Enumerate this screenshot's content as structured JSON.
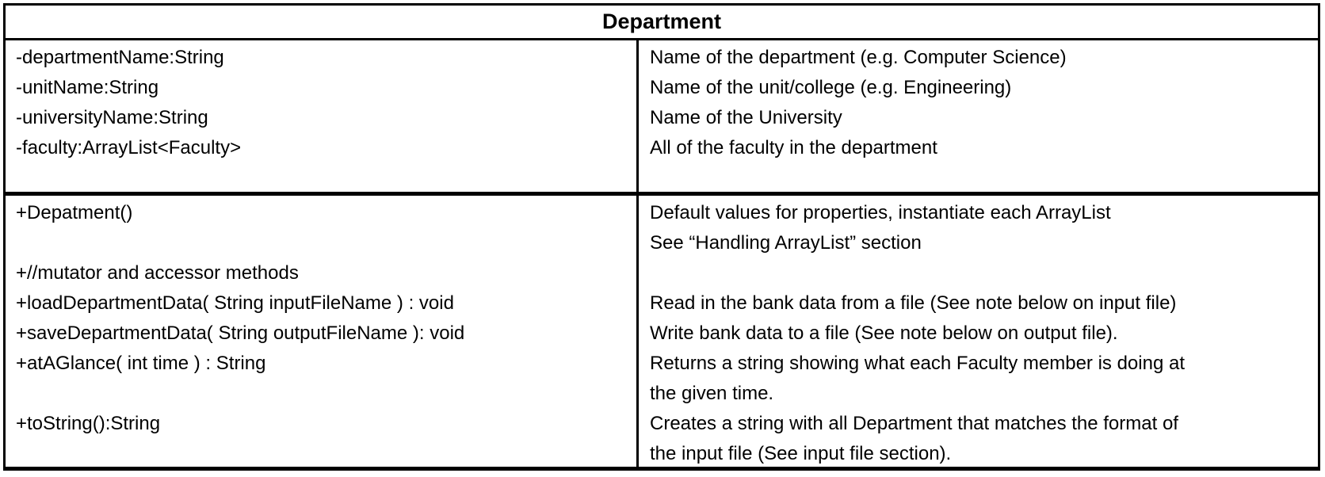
{
  "table": {
    "title": "Department",
    "colors": {
      "border": "#000000",
      "text": "#000000",
      "background": "#ffffff"
    },
    "attributes": {
      "left": [
        "-departmentName:String",
        "-unitName:String",
        "-universityName:String",
        "-faculty:ArrayList<Faculty>"
      ],
      "right": [
        "Name of the department (e.g. Computer Science)",
        "Name of the unit/college (e.g. Engineering)",
        "Name of the University",
        "All of the faculty in the department"
      ]
    },
    "methods": {
      "left": [
        "+Depatment()",
        "",
        "+//mutator and accessor methods",
        "+loadDepartmentData( String inputFileName ) : void",
        "+saveDepartmentData( String outputFileName ): void",
        "+atAGlance( int time ) : String",
        "",
        "+toString():String"
      ],
      "right": [
        "Default values for properties, instantiate each ArrayList",
        "See “Handling ArrayList” section",
        "",
        "Read in the bank data from a file (See note below on input file)",
        "Write bank data to a file (See note below on output file).",
        "Returns a string showing what each Faculty member is doing at",
        "the given time.",
        "Creates a string with all Department that matches the format of",
        "the input file (See input file section)."
      ]
    }
  }
}
